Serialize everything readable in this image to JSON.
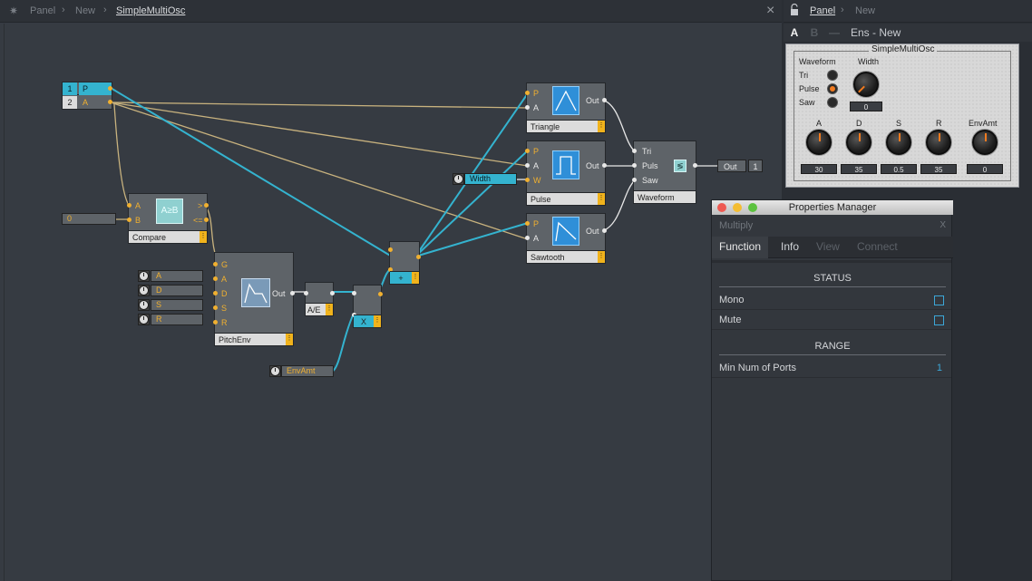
{
  "editor": {
    "breadcrumb": [
      "Panel",
      "New",
      "SimpleMultiOsc"
    ],
    "close_label": "×"
  },
  "modules": {
    "inputs": {
      "rows": [
        {
          "num": "1",
          "port": "P"
        },
        {
          "num": "2",
          "port": "A"
        }
      ]
    },
    "compare": {
      "label": "Compare",
      "in_a": "A",
      "in_b": "B",
      "out_gt": ">",
      "out_le": "<=",
      "icon_text": "A≥B"
    },
    "const_zero": {
      "value": "0"
    },
    "pitchenv": {
      "label": "PitchEnv",
      "ports": [
        "G",
        "A",
        "D",
        "S",
        "R"
      ],
      "out": "Out"
    },
    "adsr_knobs": [
      "A",
      "D",
      "S",
      "R"
    ],
    "ae": {
      "label": "A/E"
    },
    "multiply": {
      "label": "X"
    },
    "add": {
      "label": "+"
    },
    "envamt": {
      "label": "EnvAmt"
    },
    "width_ctrl": {
      "label": "Width"
    },
    "triangle": {
      "label": "Triangle",
      "in_p": "P",
      "in_a": "A",
      "out": "Out"
    },
    "pulse": {
      "label": "Pulse",
      "in_p": "P",
      "in_a": "A",
      "in_w": "W",
      "out": "Out"
    },
    "sawtooth": {
      "label": "Sawtooth",
      "in_p": "P",
      "in_a": "A",
      "out": "Out"
    },
    "waveform": {
      "label": "Waveform",
      "inputs": [
        "Tri",
        "Puls",
        "Saw"
      ]
    },
    "output": {
      "label": "Out",
      "num": "1"
    }
  },
  "panel": {
    "breadcrumb": [
      "Panel",
      "New"
    ],
    "tabs": [
      "A",
      "B",
      "—"
    ],
    "title": "Ens - New",
    "instrument": {
      "frame_title": "SimpleMultiOsc",
      "waveform_label": "Waveform",
      "width_label": "Width",
      "options": [
        "Tri",
        "Pulse",
        "Saw"
      ],
      "selected": "Pulse",
      "width_value": "0",
      "knobs": [
        {
          "label": "A",
          "value": "30"
        },
        {
          "label": "D",
          "value": "35"
        },
        {
          "label": "S",
          "value": "0.5"
        },
        {
          "label": "R",
          "value": "35"
        },
        {
          "label": "EnvAmt",
          "value": "0"
        }
      ]
    }
  },
  "properties": {
    "title": "Properties Manager",
    "subtitle": "Multiply",
    "close": "X",
    "tabs": [
      "Function",
      "Info",
      "View",
      "Connect"
    ],
    "active_tab": "Function",
    "status_header": "STATUS",
    "status_items": [
      {
        "label": "Mono",
        "checked": false
      },
      {
        "label": "Mute",
        "checked": false
      }
    ],
    "range_header": "RANGE",
    "range_items": [
      {
        "label": "Min Num of Ports",
        "value": "1"
      }
    ]
  },
  "colors": {
    "wire_cyan": "#34b3cf",
    "wire_tan": "#c8b27e",
    "port_yellow": "#f0b030",
    "accent_orange": "#f07a1f"
  }
}
